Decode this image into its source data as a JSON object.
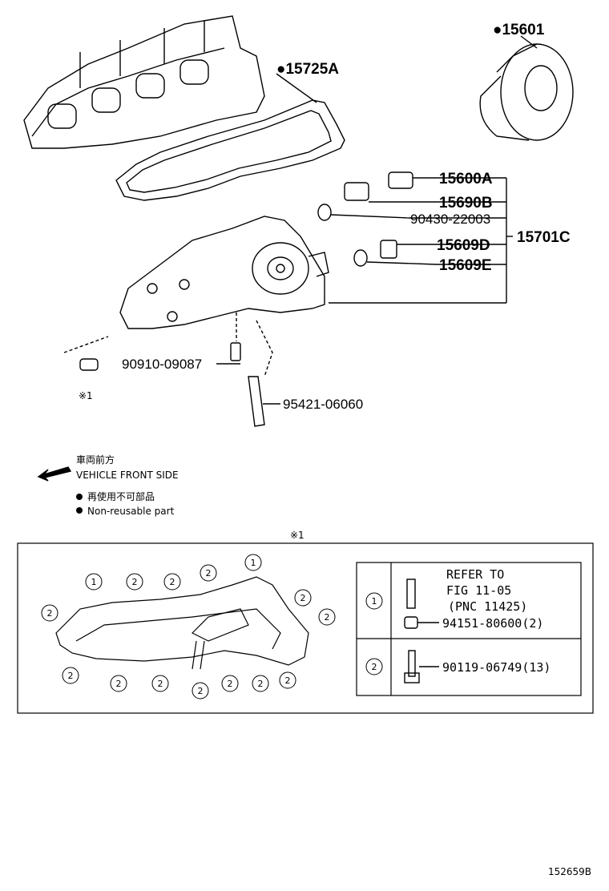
{
  "parts": {
    "p15601": "●15601",
    "p15725a": "●15725A",
    "p15600a": "15600A",
    "p15690b": "15690B",
    "p90430": "90430-22003",
    "p15701c": "15701C",
    "p15609d": "15609D",
    "p15609e": "15609E",
    "p90910": "90910-09087",
    "p95421": "95421-06060",
    "ref_note": "※1"
  },
  "legend": {
    "front_jp": "車両前方",
    "front_en": "VEHICLE FRONT SIDE",
    "nonreuse_jp": "再使用不可部品",
    "nonreuse_en": "Non-reusable part"
  },
  "detail": {
    "title": "※1",
    "row1_key": "1",
    "row1_line1": "REFER TO",
    "row1_line2": "FIG 11-05",
    "row1_line3": "(PNC 11425)",
    "row1_part": "94151-80600(2)",
    "row2_key": "2",
    "row2_part": "90119-06749(13)"
  },
  "footer": {
    "id": "152659B"
  }
}
